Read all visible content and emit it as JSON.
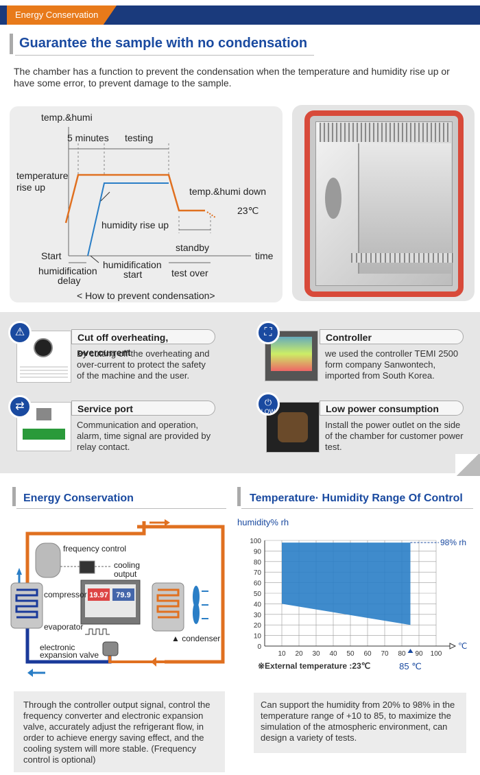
{
  "banner": {
    "label": "Energy Conservation"
  },
  "section1": {
    "title": "Guarantee the sample with no condensation",
    "intro": "The chamber has a function to prevent the condensation when the temperature and humidity rise up or have some error, to prevent damage to the sample."
  },
  "condensation_diagram": {
    "y_label": "temp.&humi",
    "x_label": "time",
    "five_minutes": "5 minutes",
    "testing": "testing",
    "temperature_rise_1": "temperature",
    "temperature_rise_2": "rise up",
    "down_label": "temp.&humi down",
    "temp_23": "23℃",
    "humidity_rise": "humidity rise up",
    "standby": "standby",
    "start": "Start",
    "humid_delay_1": "humidification",
    "humid_delay_2": "delay",
    "humid_start_1": "humidification",
    "humid_start_2": "start",
    "test_over": "test over",
    "caption": "< How to prevent condensation>"
  },
  "features": [
    {
      "title": "Cut off overheating, overcurrent",
      "text": "By cutting off the overheating and over-current to protect the safety of the machine and the user."
    },
    {
      "title": "Controller",
      "text": "we used the controller TEMI 2500 form company Sanwontech, imported from South Korea."
    },
    {
      "title": "Service port",
      "text": "Communication and operation, alarm, time signal are provided by relay contact."
    },
    {
      "title": "Low power consumption",
      "text": "Install the power outlet on the side of the chamber for customer power test."
    }
  ],
  "low_icon_label": "LOW",
  "energy": {
    "title": "Energy Conservation",
    "frequency_control": "frequency control",
    "cooling_output_1": "cooling",
    "cooling_output_2": "output",
    "compressor": "compressor",
    "evaporator": "evaporator",
    "electronic_1": "electronic",
    "electronic_2": "expansion valve",
    "condenser": "▲ condenser",
    "screen_value_1": "19.97",
    "screen_value_2": "79.9",
    "description": "Through the controller output signal, control the frequency converter and electronic expansion valve, accurately adjust the refrigerant flow, in order to achieve energy saving effect, and the cooling system will more stable. (Frequency control is optional)"
  },
  "range": {
    "title": "Temperature· Humidity Range Of Control",
    "description": "Can support the humidity from 20% to 98% in the temperature range of +10 to 85, to maximize the simulation of the atmospheric environment, can design a variety of tests."
  },
  "chart_data": {
    "type": "area",
    "ylabel": "humidity% rh",
    "xlabel": "℃",
    "x_ticks": [
      10,
      20,
      30,
      40,
      50,
      60,
      70,
      80,
      90,
      100
    ],
    "y_ticks": [
      0,
      10,
      20,
      30,
      40,
      50,
      60,
      70,
      80,
      90,
      100
    ],
    "xlim": [
      0,
      100
    ],
    "ylim": [
      0,
      100
    ],
    "region": {
      "x": [
        10,
        85,
        85,
        10
      ],
      "y": [
        98,
        98,
        20,
        40
      ]
    },
    "annotation_98": "98% rh",
    "annotation_85": "85 ℃",
    "footnote": "※External temperature :23℃",
    "fill_color": "#2a7ec6",
    "grid": true
  },
  "colors": {
    "brand": "#1a3a7c",
    "accent": "#e87a1a",
    "heading": "#1a4aa0"
  }
}
